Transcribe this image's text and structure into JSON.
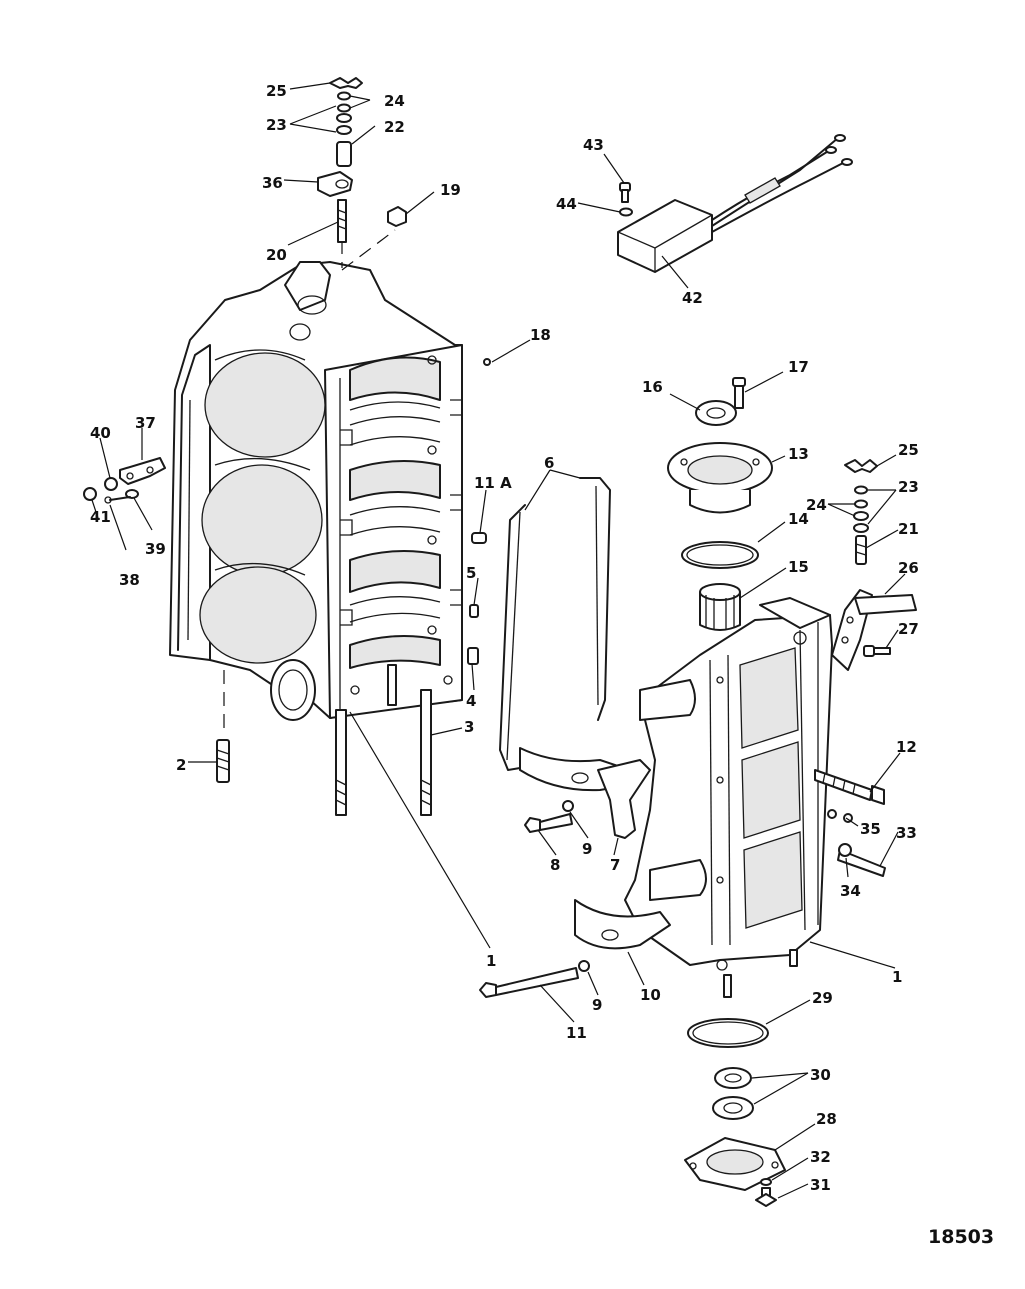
{
  "figure_number": "18503",
  "callouts": [
    {
      "id": "c25a",
      "text": "25"
    },
    {
      "id": "c24a",
      "text": "24"
    },
    {
      "id": "c23a",
      "text": "23"
    },
    {
      "id": "c22",
      "text": "22"
    },
    {
      "id": "c36",
      "text": "36"
    },
    {
      "id": "c20",
      "text": "20"
    },
    {
      "id": "c19",
      "text": "19"
    },
    {
      "id": "c43",
      "text": "43"
    },
    {
      "id": "c44",
      "text": "44"
    },
    {
      "id": "c42",
      "text": "42"
    },
    {
      "id": "c18",
      "text": "18"
    },
    {
      "id": "c17",
      "text": "17"
    },
    {
      "id": "c16",
      "text": "16"
    },
    {
      "id": "c13",
      "text": "13"
    },
    {
      "id": "c25b",
      "text": "25"
    },
    {
      "id": "c23b",
      "text": "23"
    },
    {
      "id": "c24b",
      "text": "24"
    },
    {
      "id": "c21",
      "text": "21"
    },
    {
      "id": "c14",
      "text": "14"
    },
    {
      "id": "c15",
      "text": "15"
    },
    {
      "id": "c26",
      "text": "26"
    },
    {
      "id": "c27",
      "text": "27"
    },
    {
      "id": "c40",
      "text": "40"
    },
    {
      "id": "c37",
      "text": "37"
    },
    {
      "id": "c41",
      "text": "41"
    },
    {
      "id": "c39",
      "text": "39"
    },
    {
      "id": "c38",
      "text": "38"
    },
    {
      "id": "c11A",
      "text": "11 A"
    },
    {
      "id": "c6",
      "text": "6"
    },
    {
      "id": "c5",
      "text": "5"
    },
    {
      "id": "c4",
      "text": "4"
    },
    {
      "id": "c3",
      "text": "3"
    },
    {
      "id": "c2",
      "text": "2"
    },
    {
      "id": "c12",
      "text": "12"
    },
    {
      "id": "c35",
      "text": "35"
    },
    {
      "id": "c33",
      "text": "33"
    },
    {
      "id": "c34",
      "text": "34"
    },
    {
      "id": "c8",
      "text": "8"
    },
    {
      "id": "c9a",
      "text": "9"
    },
    {
      "id": "c7",
      "text": "7"
    },
    {
      "id": "c1a",
      "text": "1"
    },
    {
      "id": "c1b",
      "text": "1"
    },
    {
      "id": "c10",
      "text": "10"
    },
    {
      "id": "c9b",
      "text": "9"
    },
    {
      "id": "c11",
      "text": "11"
    },
    {
      "id": "c29",
      "text": "29"
    },
    {
      "id": "c30",
      "text": "30"
    },
    {
      "id": "c28",
      "text": "28"
    },
    {
      "id": "c32",
      "text": "32"
    },
    {
      "id": "c31",
      "text": "31"
    }
  ]
}
